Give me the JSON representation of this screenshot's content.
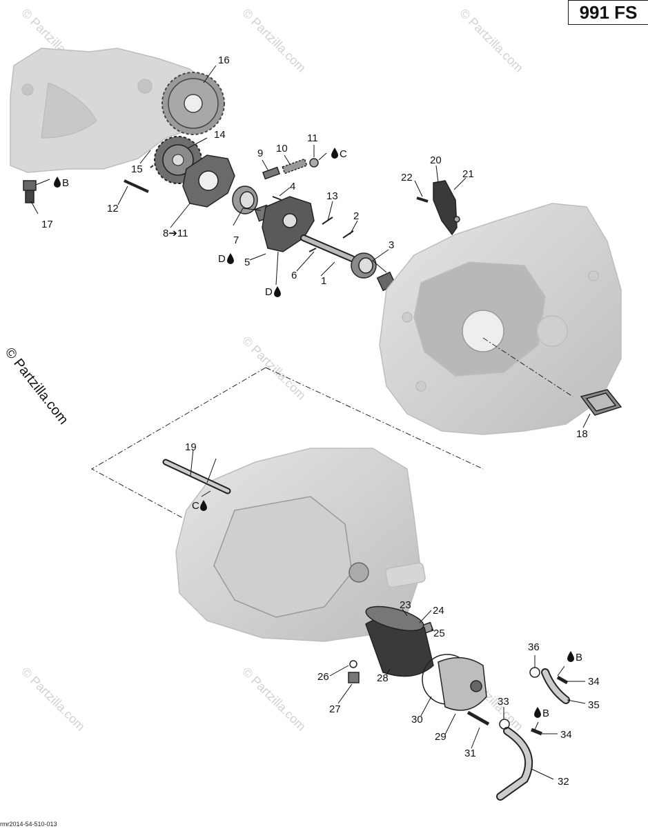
{
  "model_badge": "991 FS",
  "doc_id": "rmr2014-54-510-013",
  "watermark": "© Partzilla.com",
  "callouts": [
    "1",
    "2",
    "3",
    "4",
    "5",
    "6",
    "7",
    "8➔11",
    "9",
    "10",
    "11",
    "12",
    "13",
    "14",
    "15",
    "16",
    "17",
    "18",
    "19",
    "20",
    "21",
    "22",
    "23",
    "24",
    "25",
    "26",
    "27",
    "28",
    "29",
    "30",
    "31",
    "32",
    "33",
    "34",
    "34",
    "35",
    "36"
  ],
  "lube_marks": [
    "B",
    "C",
    "D",
    "D",
    "C",
    "B",
    "B"
  ]
}
